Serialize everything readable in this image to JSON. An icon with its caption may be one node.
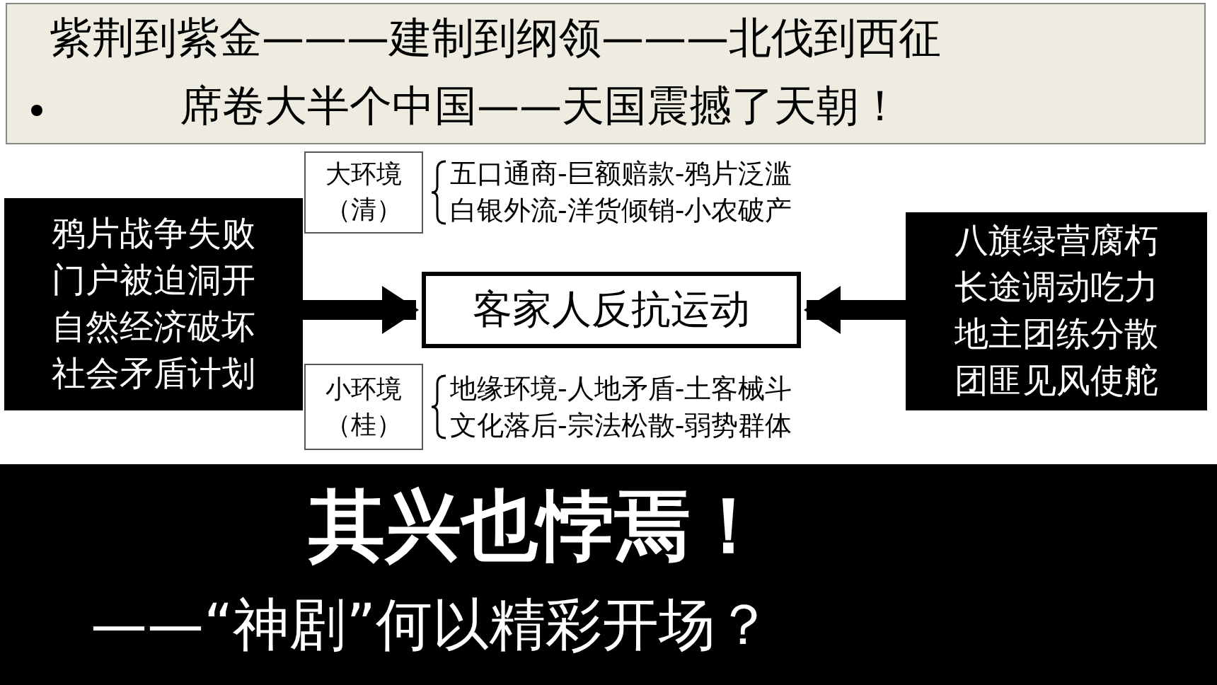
{
  "diagram": {
    "nodes": [
      {
        "text": [
          "紫荆到紫金———建制到纲领———北伐到西征",
          "席卷大半个中国——天国震撼了天朝！"
        ]
      },
      {
        "text": [
          "鸦片战争失败",
          "门户被迫洞开",
          "自然经济破坏",
          "社会矛盾计划"
        ]
      },
      {
        "text": [
          "大环境（清）"
        ],
        "beside": [
          "五口通商-巨额赔款-鸦片泛滥",
          "白银外流-洋货倾销-小农破产"
        ]
      },
      {
        "text": [
          "客家人反抗运动"
        ]
      },
      {
        "text": [
          "小环境（桂）"
        ],
        "beside": [
          "地缘环境-人地矛盾-土客械斗",
          "文化落后-宗法松散-弱势群体"
        ]
      },
      {
        "text": [
          "八旗绿营腐朽",
          "长途调动吃力",
          "地主团练分散",
          "团匪见风使舵"
        ]
      },
      {
        "text": [
          "其兴也悖焉！",
          "——“神剧”何以精彩开场？"
        ]
      }
    ],
    "edges": [
      {
        "from": 1,
        "to": 3,
        "arrow": "to"
      },
      {
        "from": 5,
        "to": 3,
        "arrow": "to"
      }
    ]
  }
}
